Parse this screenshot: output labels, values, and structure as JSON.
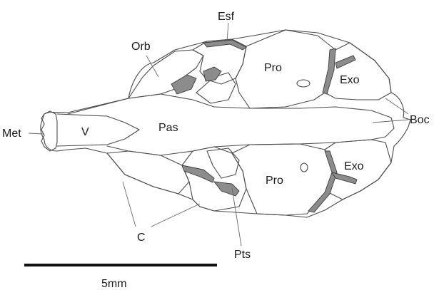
{
  "labels": {
    "esf": "Esf",
    "orb": "Orb",
    "pro_upper": "Pro",
    "exo_upper": "Exo",
    "boc": "Boc",
    "met": "Met",
    "v": "V",
    "pas": "Pas",
    "pro_lower": "Pro",
    "exo_lower": "Exo",
    "c": "C",
    "pts": "Pts"
  },
  "scale_bar": {
    "label": "5mm"
  },
  "colors": {
    "outline": "#4a4a4a",
    "suture_fill": "#8c8c8c",
    "text": "#1a1a1a"
  }
}
